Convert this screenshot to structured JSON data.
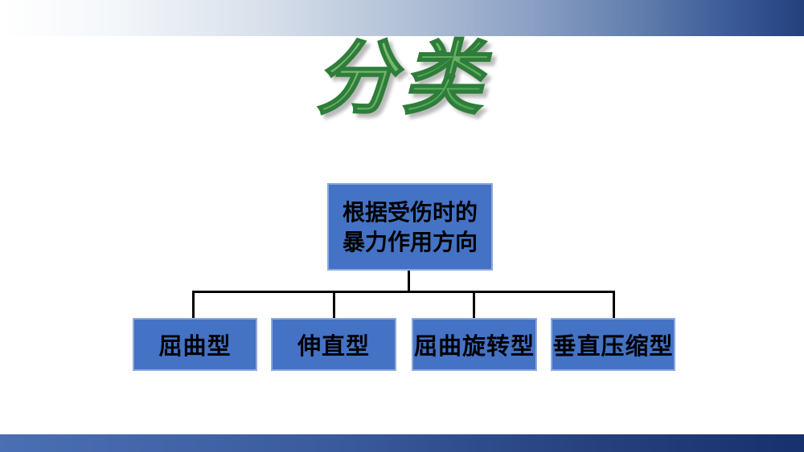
{
  "slide": {
    "title": {
      "text": "分类"
    },
    "flowchart": {
      "root": {
        "line1": "根据受伤时的",
        "line2": "暴力作用方向"
      },
      "children": [
        {
          "label": "屈曲型"
        },
        {
          "label": "伸直型"
        },
        {
          "label": "屈曲旋转型"
        },
        {
          "label": "垂直压缩型"
        }
      ]
    },
    "colors": {
      "box_fill": "#4472c4",
      "box_border": "#8faadc",
      "box_text": "#000000",
      "connector": "#000000",
      "title_green_light": "#d9ecca",
      "title_green_dark": "#156c2d",
      "top_bar_gradient_start": "#ffffff",
      "top_bar_gradient_end": "#24407d",
      "bottom_bar_gradient_start": "#4a6fb2",
      "bottom_bar_gradient_end": "#17316f"
    }
  }
}
